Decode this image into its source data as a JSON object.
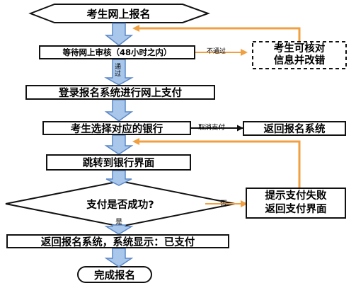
{
  "nodes": {
    "start": "考生网上报名",
    "wait_review": "等待网上审核（48小时之内）",
    "modify_info_line1": "考生可核对",
    "modify_info_line2": "信息并改错",
    "login_pay": "登录报名系统进行网上支付",
    "select_bank": "考生选择对应的银行",
    "return_system": "返回报名系统",
    "jump_bank": "跳转到银行界面",
    "pay_success_q": "支付是否成功?",
    "fail_line1": "提示支付失败",
    "fail_line2": "返回支付界面",
    "paid_display": "返回报名系统，系统显示：已支付",
    "complete": "完成报名"
  },
  "edge_labels": {
    "not_passed": "不通过",
    "passed": "通过",
    "cancel_pay": "取消支付",
    "no": "否",
    "yes": "是"
  },
  "colors": {
    "arrow_blue": "#a9c7ea",
    "arrow_blue_stroke": "#5a87c8",
    "orange": "#f0a040",
    "box_border": "#111111"
  }
}
